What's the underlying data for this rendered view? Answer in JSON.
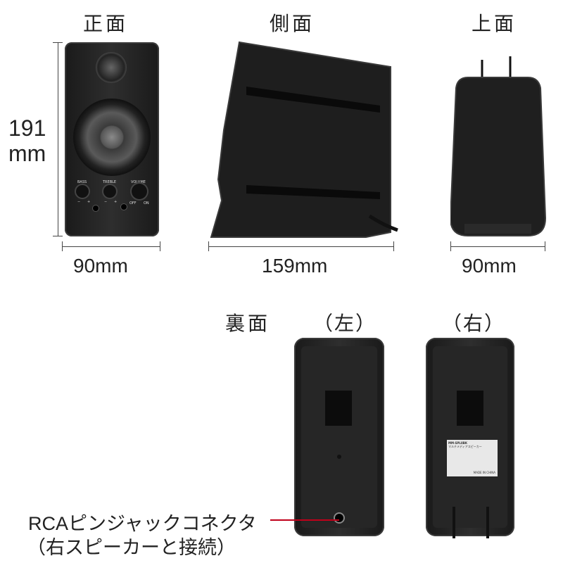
{
  "views": {
    "front": {
      "label": "正面",
      "height_value": "191",
      "height_unit": "mm",
      "width": "90mm",
      "controls": {
        "bass": "BASS",
        "treble": "TREBLE",
        "volume": "VOLUME",
        "off": "OFF",
        "on": "ON",
        "minus": "−",
        "plus": "+"
      }
    },
    "side": {
      "label": "側面",
      "depth": "159mm"
    },
    "top": {
      "label": "上面",
      "width": "90mm"
    },
    "back": {
      "label": "裏面",
      "left": "（左）",
      "right": "（右）",
      "rating_label": {
        "model": "MM-SPL8BK",
        "product": "マルチメディアスピーカー",
        "origin": "MADE IN CHINA"
      }
    }
  },
  "callout": {
    "line1": "RCAピンジャックコネクタ",
    "line2": "（右スピーカーと接続）",
    "line_color": "#c0001a"
  }
}
